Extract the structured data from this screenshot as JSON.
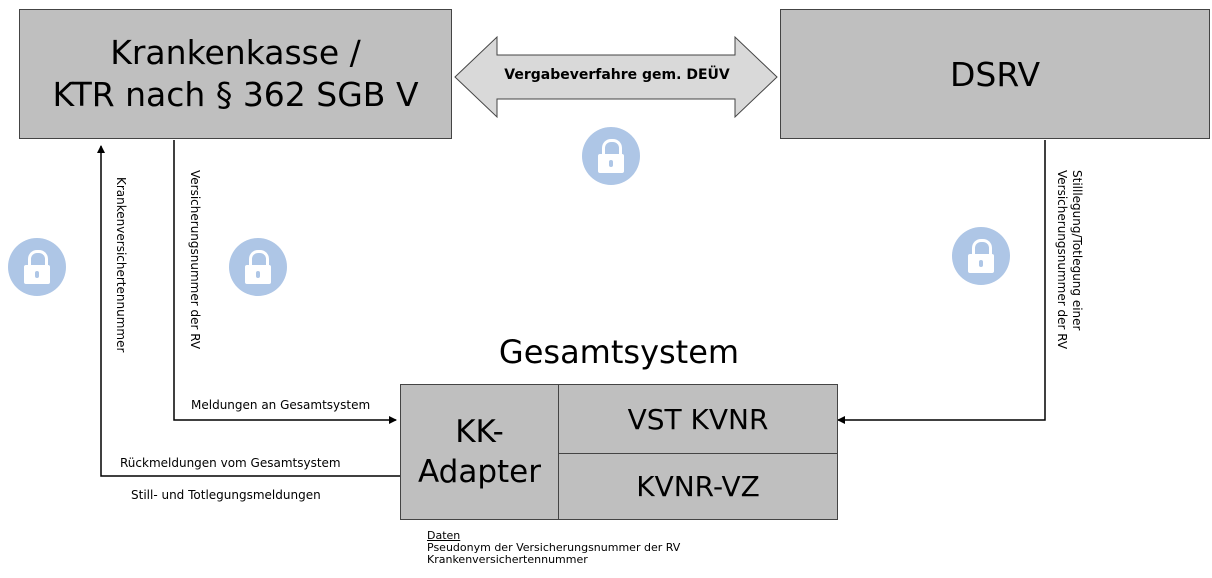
{
  "boxes": {
    "krankenkasse": {
      "line1": "Krankenkasse /",
      "line2": "KTR nach § 362 SGB V"
    },
    "dsrv": "DSRV",
    "gesamtsystem_title": "Gesamtsystem",
    "kk_adapter": {
      "line1": "KK-",
      "line2": "Adapter"
    },
    "vst_kvnr": "VST KVNR",
    "kvnr_vz": "KVNR-VZ"
  },
  "arrow_label": "Vergabeverfahre gem. DEÜV",
  "vertical_labels": {
    "krankenversichertennummer": "Krankenversichertennummer",
    "versicherungsnummer": "Versicherungsnummer der RV",
    "stilllegung_line1": "Stilllegung/Totlegung einer",
    "stilllegung_line2": "Versicherungsnummer der RV"
  },
  "flow_labels": {
    "meldungen": "Meldungen an Gesamtsystem",
    "rueckmeldungen": "Rückmeldungen vom Gesamtsystem",
    "still_tot": "Still- und Totlegungsmeldungen"
  },
  "daten": {
    "heading": "Daten",
    "line1": "Pseudonym der Versicherungsnummer der RV",
    "line2": "Krankenversichertennummer"
  },
  "icons": [
    "lock-icon",
    "lock-icon",
    "lock-icon",
    "lock-icon"
  ],
  "colors": {
    "box_fill": "#bfbfbf",
    "lock_fill": "#aec6e6",
    "arrow_fill": "#d9d9d9"
  }
}
